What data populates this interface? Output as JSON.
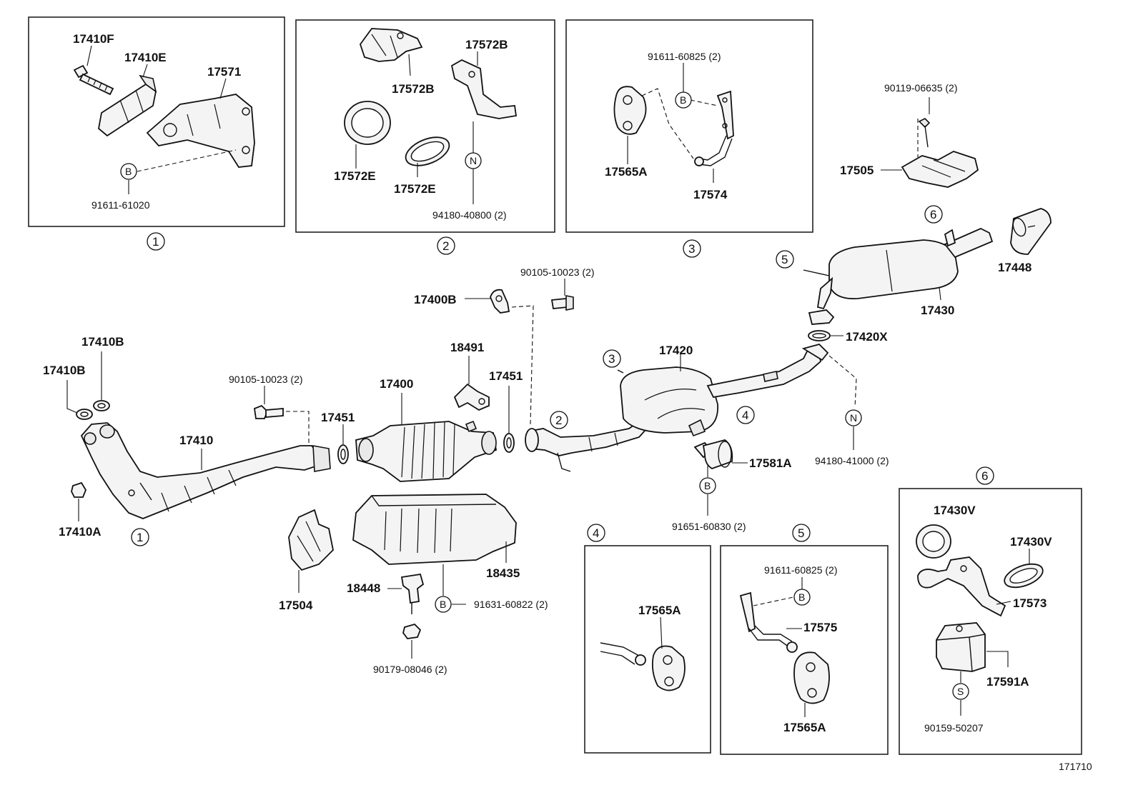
{
  "labels": {
    "p17410F": "17410F",
    "p17410E": "17410E",
    "p17571": "17571",
    "p91611_61020": "91611-61020",
    "p17572B_a": "17572B",
    "p17572B_b": "17572B",
    "p17572E_a": "17572E",
    "p17572E_b": "17572E",
    "p94180_40800": "94180-40800 (2)",
    "p91611_60825_a": "91611-60825 (2)",
    "p17565A_a": "17565A",
    "p17574": "17574",
    "p90119_06635": "90119-06635 (2)",
    "p17505": "17505",
    "p17448": "17448",
    "p17430": "17430",
    "p17420X": "17420X",
    "p90105_10023_a": "90105-10023 (2)",
    "p17400B": "17400B",
    "p18491": "18491",
    "p17451_a": "17451",
    "p17420": "17420",
    "p17410B_a": "17410B",
    "p17410B_b": "17410B",
    "p90105_10023_b": "90105-10023 (2)",
    "p17400": "17400",
    "p17451_b": "17451",
    "p17410": "17410",
    "p17581A": "17581A",
    "p94180_41000": "94180-41000 (2)",
    "p17410A": "17410A",
    "p91651_60830": "91651-60830 (2)",
    "p18435": "18435",
    "p18448": "18448",
    "p91631_60822": "91631-60822 (2)",
    "p17504": "17504",
    "p90179_08046": "90179-08046 (2)",
    "p17565A_b": "17565A",
    "p91611_60825_b": "91611-60825 (2)",
    "p17575": "17575",
    "p17565A_c": "17565A",
    "p17430V_a": "17430V",
    "p17430V_b": "17430V",
    "p17573": "17573",
    "p17591A": "17591A",
    "p90159_50207": "90159-50207",
    "diagram_number": "171710"
  },
  "callouts": {
    "c1": "1",
    "c2": "2",
    "c3": "3",
    "c4": "4",
    "c5": "5",
    "c6": "6"
  },
  "badges": {
    "b": "B",
    "n": "N",
    "s": "S"
  }
}
